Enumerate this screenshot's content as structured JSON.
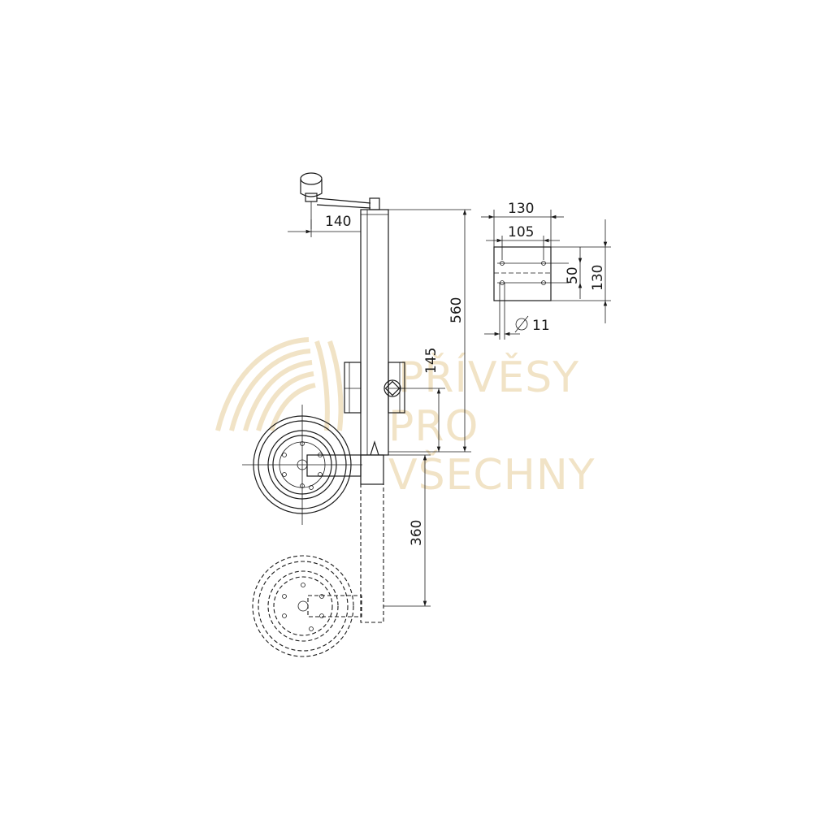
{
  "drawing": {
    "dimensions": {
      "handle_reach": "140",
      "total_height": "560",
      "clamp_height": "145",
      "wheel_travel": "360",
      "plate_width": "130",
      "hole_spacing_horizontal": "105",
      "hole_spacing_vertical": "50",
      "plate_height": "130",
      "hole_diameter": "11"
    },
    "watermark": {
      "line1": "PŘÍVĚSY",
      "line2": "PRO",
      "line3": "VŠECHNY"
    },
    "colors": {
      "line": "#1a1a1a",
      "watermark": "#f1e3c6"
    }
  }
}
